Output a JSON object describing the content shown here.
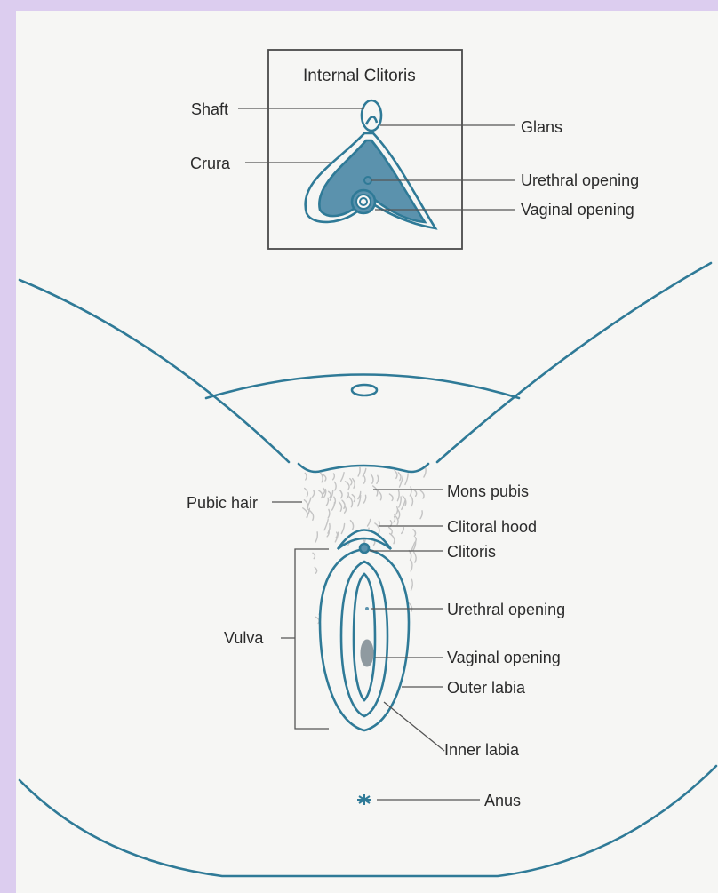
{
  "inset": {
    "title": "Internal Clitoris",
    "labels": {
      "shaft": "Shaft",
      "crura": "Crura",
      "glans": "Glans",
      "urethral_opening": "Urethral opening",
      "vaginal_opening": "Vaginal opening"
    }
  },
  "main": {
    "labels": {
      "pubic_hair": "Pubic hair",
      "mons_pubis": "Mons pubis",
      "clitoral_hood": "Clitoral hood",
      "clitoris": "Clitoris",
      "urethral_opening": "Urethral opening",
      "vulva": "Vulva",
      "vaginal_opening": "Vaginal opening",
      "outer_labia": "Outer labia",
      "inner_labia": "Inner labia",
      "anus": "Anus"
    }
  },
  "colors": {
    "outline": "#2f7a97",
    "fill": "#5b92ad",
    "leader": "#555555",
    "hair": "#c4c4c4",
    "background": "#dccdef",
    "panel": "#f6f6f4"
  }
}
